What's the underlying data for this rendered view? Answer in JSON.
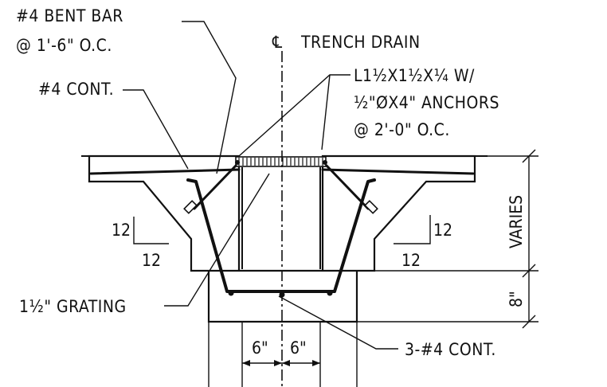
{
  "labels": {
    "bent_bar_line1": "#4 BENT BAR",
    "bent_bar_line2": "@ 1'-6\" O.C.",
    "cont_bar": "#4 CONT.",
    "centerline_symbol": "℄",
    "centerline_title": "TRENCH DRAIN",
    "angle_line1": "L1½X1½X¼  W/",
    "angle_line2": "½\"ØX4\" ANCHORS",
    "angle_line3": "@ 2'-0\" O.C.",
    "slope_left_vertical": "12",
    "slope_left_horizontal": "12",
    "slope_right_vertical": "12",
    "slope_right_horizontal": "12",
    "dim_varies": "VARIES",
    "dim_8in": "8\"",
    "grating": "1½\" GRATING",
    "dim_6_left": "6\"",
    "dim_6_right": "6\"",
    "bottom_bars": "3-#4 CONT."
  }
}
